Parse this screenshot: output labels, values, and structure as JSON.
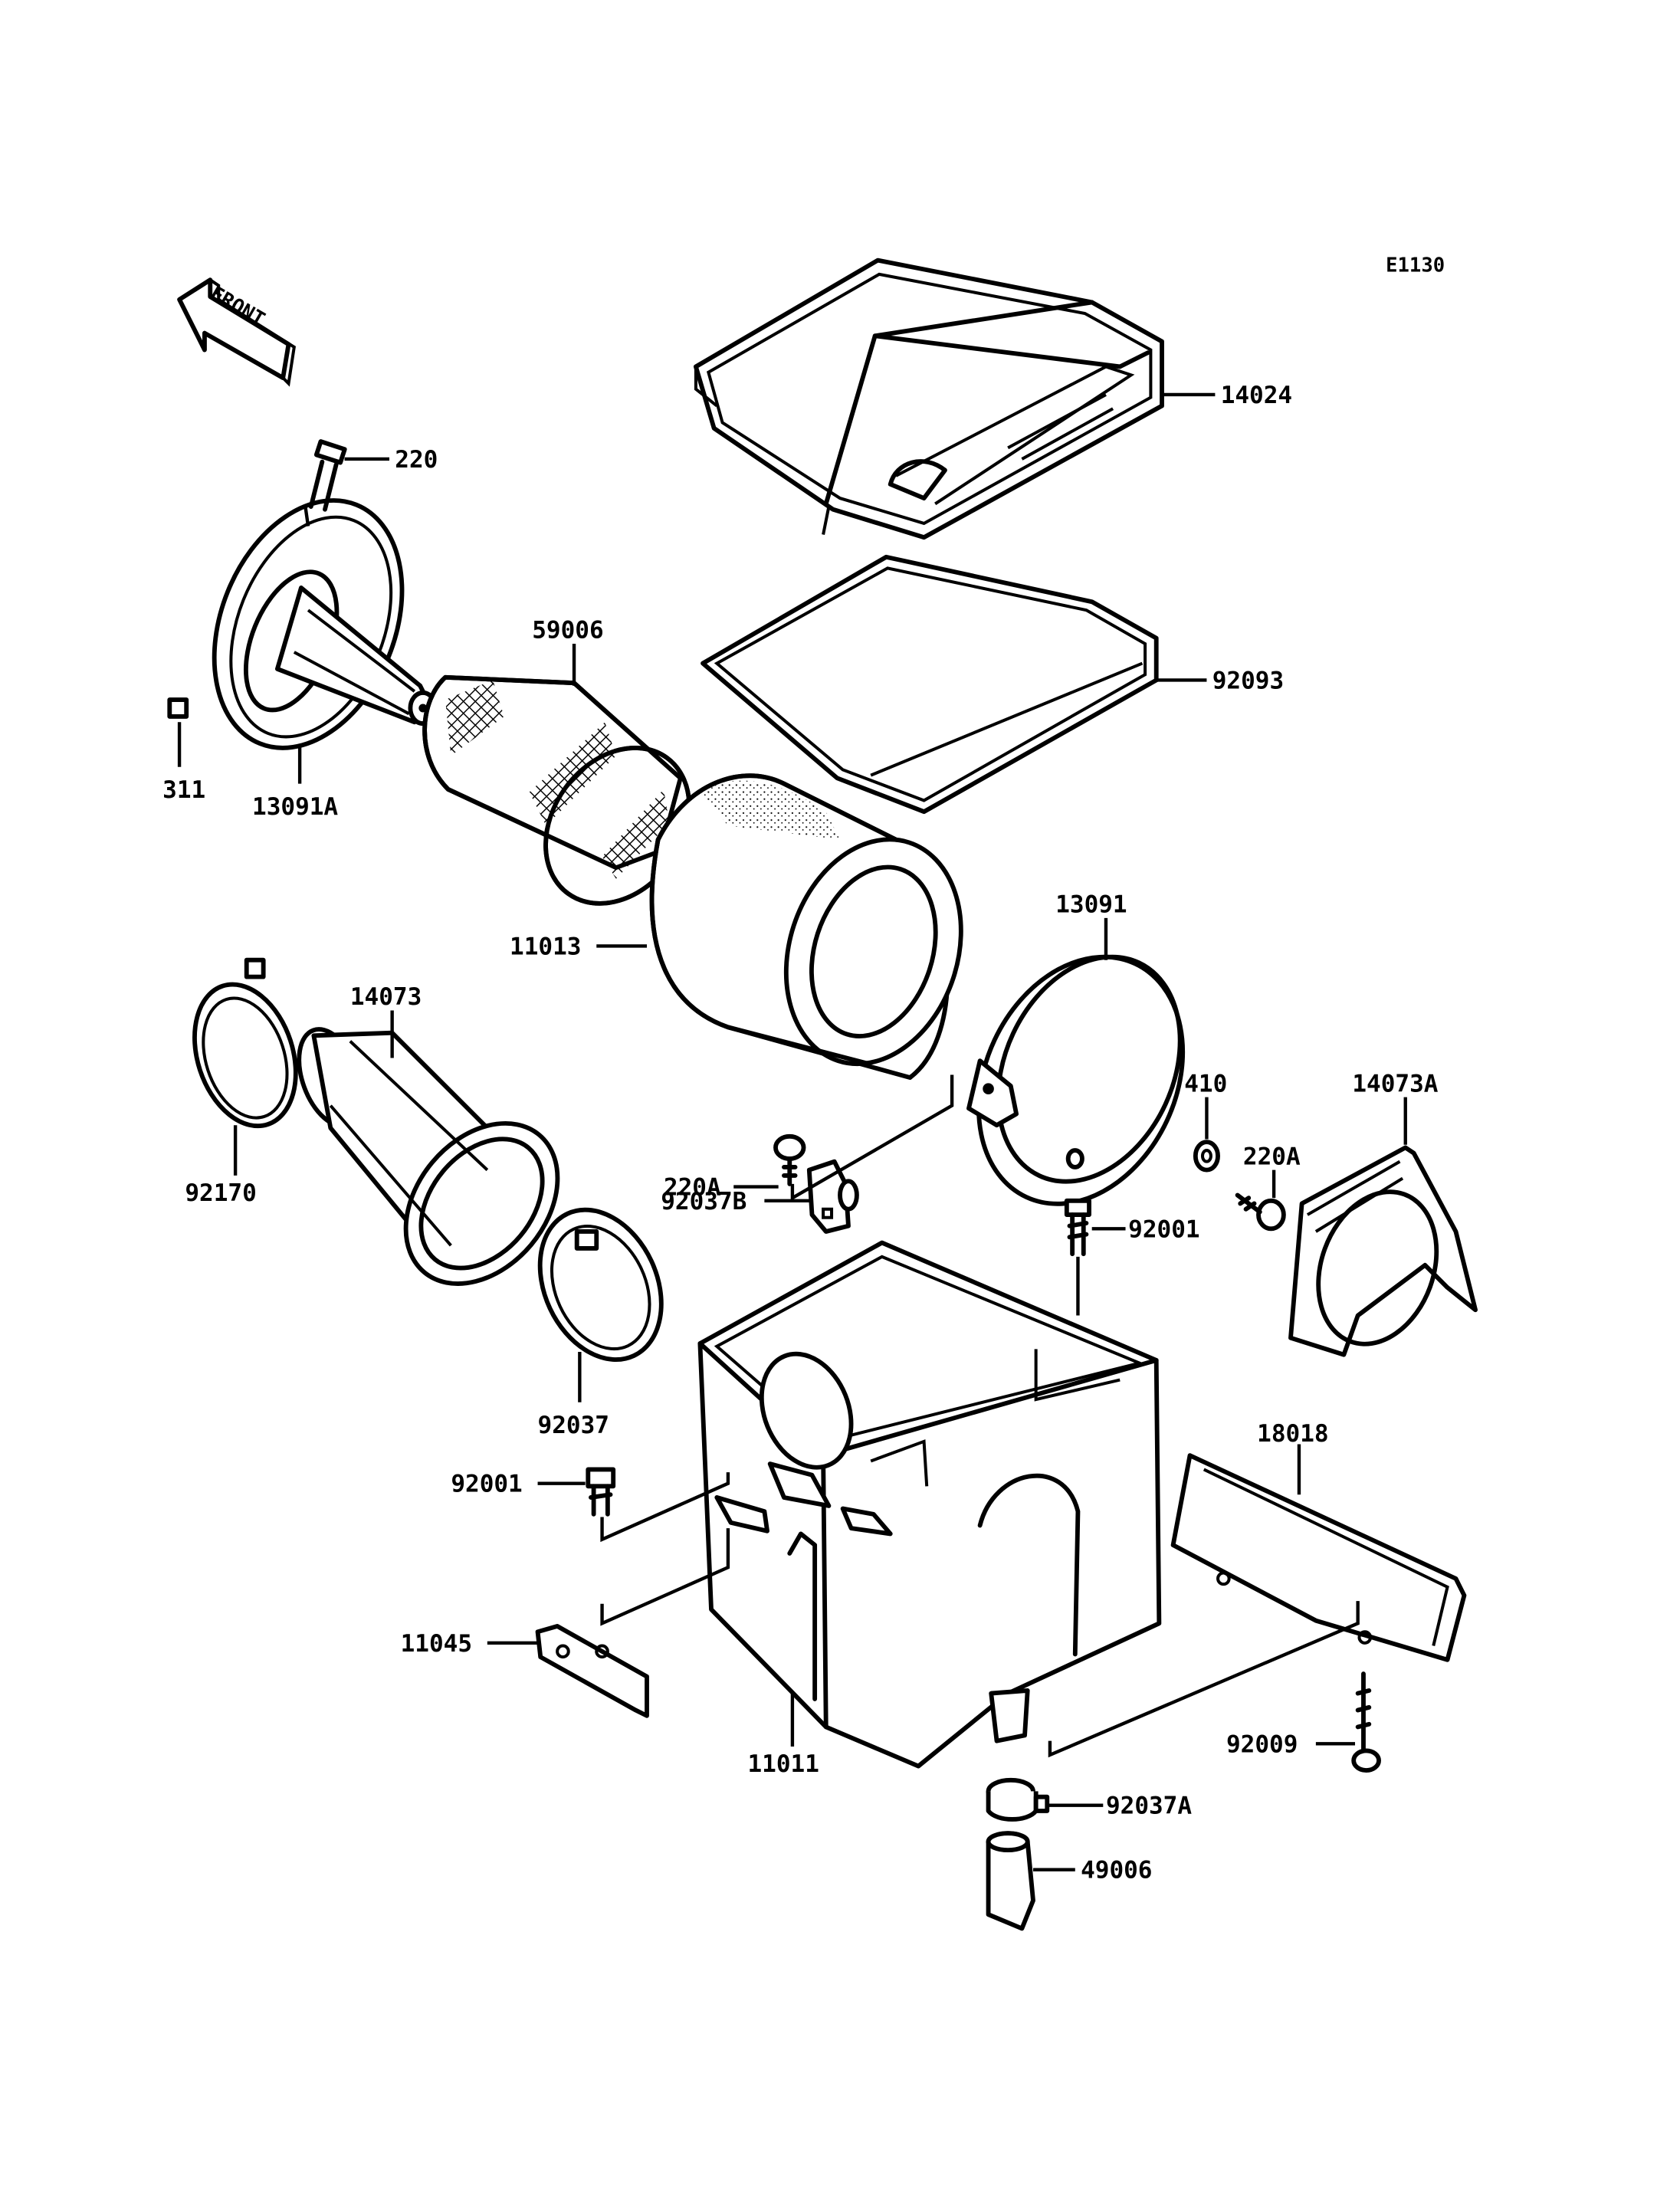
{
  "diagram_code": "E1130",
  "front_label": "FRONT",
  "parts": [
    {
      "id": "p14024",
      "number": "14024"
    },
    {
      "id": "p220",
      "number": "220"
    },
    {
      "id": "p59006",
      "number": "59006"
    },
    {
      "id": "p92093",
      "number": "92093"
    },
    {
      "id": "p311",
      "number": "311"
    },
    {
      "id": "p13091A",
      "number": "13091A"
    },
    {
      "id": "p11013",
      "number": "11013"
    },
    {
      "id": "p13091",
      "number": "13091"
    },
    {
      "id": "p14073",
      "number": "14073"
    },
    {
      "id": "p410",
      "number": "410"
    },
    {
      "id": "p14073A",
      "number": "14073A"
    },
    {
      "id": "p220A_1",
      "number": "220A"
    },
    {
      "id": "p220A_2",
      "number": "220A"
    },
    {
      "id": "p92170",
      "number": "92170"
    },
    {
      "id": "p92037B",
      "number": "92037B"
    },
    {
      "id": "p92001_1",
      "number": "92001"
    },
    {
      "id": "p92037",
      "number": "92037"
    },
    {
      "id": "p18018",
      "number": "18018"
    },
    {
      "id": "p92001_2",
      "number": "92001"
    },
    {
      "id": "p11045",
      "number": "11045"
    },
    {
      "id": "p11011",
      "number": "11011"
    },
    {
      "id": "p92009",
      "number": "92009"
    },
    {
      "id": "p92037A",
      "number": "92037A"
    },
    {
      "id": "p49006",
      "number": "49006"
    }
  ]
}
